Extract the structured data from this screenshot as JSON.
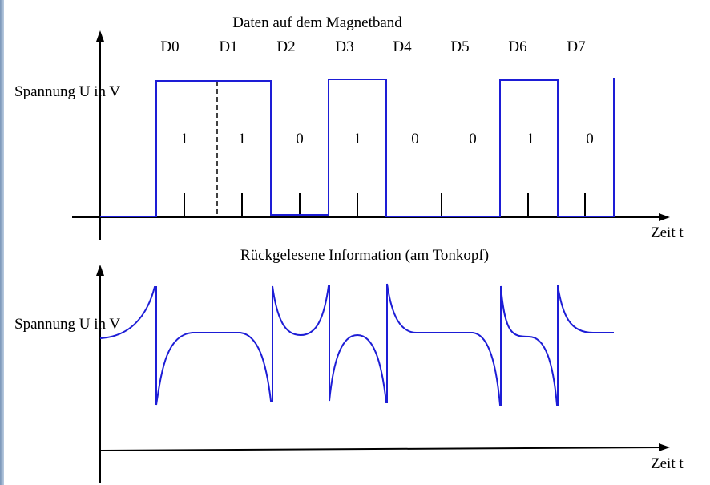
{
  "top_panel": {
    "title": "Daten auf dem Magnetband",
    "y_label": "Spannung U in V",
    "x_label": "Zeit t",
    "cell_labels": [
      "D0",
      "D1",
      "D2",
      "D3",
      "D4",
      "D5",
      "D6",
      "D7"
    ],
    "bits": [
      "1",
      "1",
      "0",
      "1",
      "0",
      "0",
      "1",
      "0"
    ]
  },
  "bottom_panel": {
    "title": "Rückgelesene Information (am Tonkopf)",
    "y_label": "Spannung U in V",
    "x_label": "Zeit t"
  },
  "colors": {
    "signal": "#1d1dd6",
    "axis": "#000000"
  }
}
